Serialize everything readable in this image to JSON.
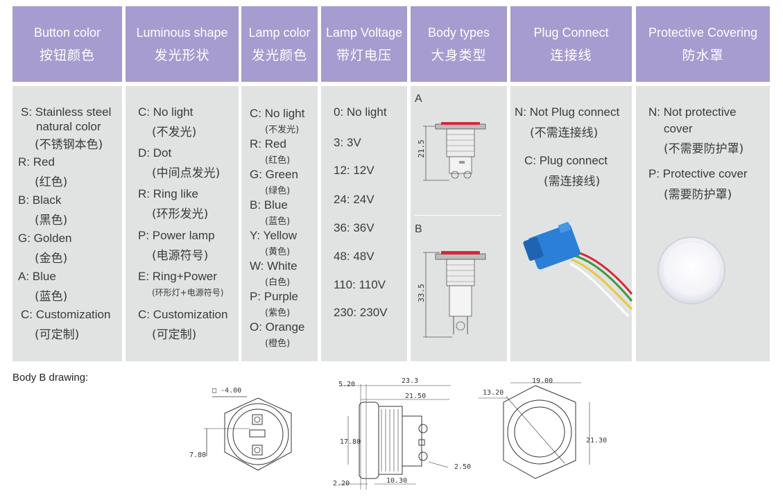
{
  "headers": [
    {
      "en": "Button color",
      "zh": "按钮颜色"
    },
    {
      "en": "Luminous shape",
      "zh": "发光形状"
    },
    {
      "en": "Lamp color",
      "zh": "发光颜色"
    },
    {
      "en": "Lamp Voltage",
      "zh": "带灯电压"
    },
    {
      "en": "Body types",
      "zh": "大身类型"
    },
    {
      "en": "Plug Connect",
      "zh": "连接线"
    },
    {
      "en": "Protective Covering",
      "zh": "防水罩"
    }
  ],
  "button_color": [
    {
      "en": "S: Stainless steel",
      "en2": "natural color",
      "zh": "(不锈钢本色)"
    },
    {
      "en": "R: Red",
      "zh": "(红色)"
    },
    {
      "en": "B: Black",
      "zh": "(黑色)"
    },
    {
      "en": "G: Golden",
      "zh": "(金色)"
    },
    {
      "en": "A: Blue",
      "zh": "(蓝色)"
    },
    {
      "en": "C: Customization",
      "zh": "(可定制)"
    }
  ],
  "luminous_shape": [
    {
      "en": "C: No light",
      "zh": "(不发光)"
    },
    {
      "en": "D: Dot",
      "zh": "(中间点发光)"
    },
    {
      "en": "R: Ring like",
      "zh": "(环形发光)"
    },
    {
      "en": "P: Power lamp",
      "zh": "(电源符号)"
    },
    {
      "en": "E: Ring+Power",
      "zh": "(环形灯+电源符号)"
    },
    {
      "en": "C: Customization",
      "zh": "(可定制)"
    }
  ],
  "lamp_color": [
    {
      "en": "C: No light",
      "zh": "(不发光)"
    },
    {
      "en": "R: Red",
      "zh": "(红色)"
    },
    {
      "en": "G: Green",
      "zh": "(绿色)"
    },
    {
      "en": "B: Blue",
      "zh": "(蓝色)"
    },
    {
      "en": "Y: Yellow",
      "zh": "(黄色)"
    },
    {
      "en": "W: White",
      "zh": "(白色)"
    },
    {
      "en": "P: Purple",
      "zh": "(紫色)"
    },
    {
      "en": "O: Orange",
      "zh": "(橙色)"
    }
  ],
  "lamp_voltage": [
    "0: No light",
    "3: 3V",
    "12: 12V",
    "24: 24V",
    "36: 36V",
    "48: 48V",
    "110: 110V",
    "230: 230V"
  ],
  "body_types": {
    "a_label": "A",
    "a_dim": "21.5",
    "b_label": "B",
    "b_dim": "33.5"
  },
  "plug_connect": {
    "n_en": "N: Not Plug connect",
    "n_zh": "(不需连接线)",
    "c_en": "C:  Plug connect",
    "c_zh": "(需连接线)"
  },
  "protective": {
    "n_en": "N: Not protective",
    "n_en2": "cover",
    "n_zh": "(不需要防护罩)",
    "p_en": "P:  Protective cover",
    "p_zh": "(需要防护罩)"
  },
  "drawing": {
    "title": "Body B drawing:",
    "d1": {
      "top": "□ -4.00",
      "left": "7.80"
    },
    "d2": {
      "a": "5.20",
      "b": "23.3",
      "c": "21.50",
      "d": "17.80",
      "e": "2.50",
      "f": "2.20",
      "g": "10.30"
    },
    "d3": {
      "a": "19.00",
      "b": "13.20",
      "c": "21.30"
    }
  },
  "colors": {
    "header": "#a69ccf",
    "panel": "#e1e3e3",
    "accent_red": "#d8283a",
    "plug_blue": "#2b7fd6"
  }
}
